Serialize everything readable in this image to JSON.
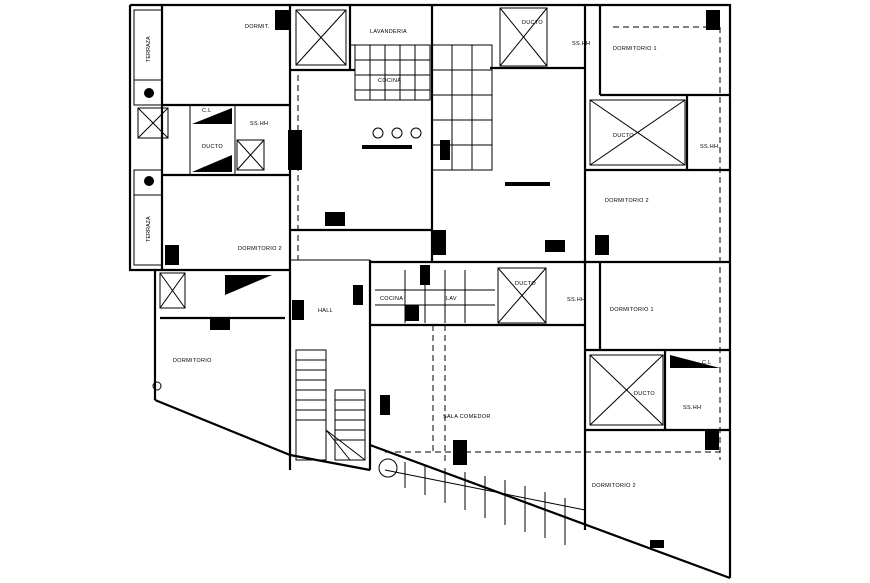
{
  "drawing": {
    "type": "architectural floor plan",
    "line_color": "#000000",
    "background": "#ffffff"
  },
  "labels": {
    "terraza_top": "TERRAZA",
    "terraza_bottom": "TERRAZA",
    "dormitorio_top_left": "DORMIT.",
    "cl_1": "C.L",
    "cl_2": "C.L",
    "ducto_left": "DUCTO",
    "ssh_left": "SS.HH",
    "dormitorio_2_left": "DORMITORIO 2",
    "lavanderia_1": "LAVANDERIA",
    "cocina_1": "COCINA",
    "ducto_top": "DUCTO",
    "ssh_top": "SS.HH",
    "dormitorio_1_top": "DORMITORIO 1",
    "ducto_right": "DUCTO",
    "ssh_right": "SS.HH",
    "dormitorio_2_right": "DORMITORIO 2",
    "dormitorio_bottom_left": "DORMITORIO",
    "hall": "HALL",
    "cocina_2": "COCINA",
    "lav_2": "LAV",
    "ducto_mid": "DUCTO",
    "ssh_mid": "SS.HH",
    "dormitorio_1_mid": "DORMITORIO 1",
    "cl_3": "C.L",
    "ducto_bottom": "DUCTO",
    "ssh_bottom": "SS.HH",
    "sala_comedor": "SALA COMEDOR",
    "dormitorio_2_bottom": "DORMITORIO 2"
  }
}
